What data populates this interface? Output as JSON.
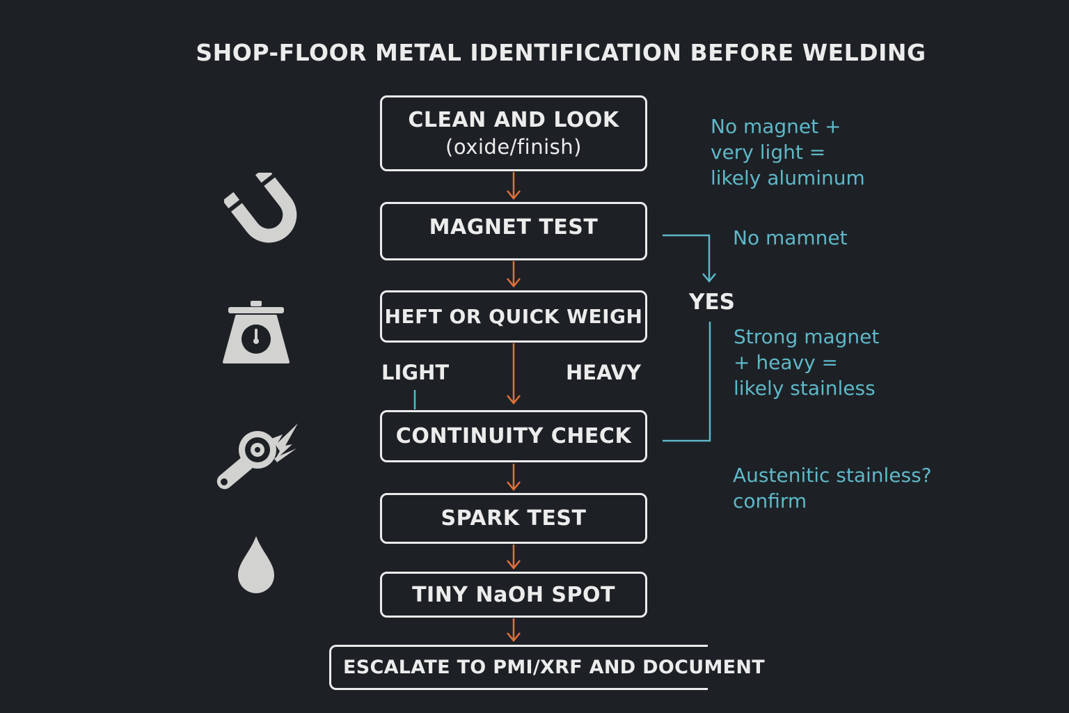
{
  "title": "SHOP-FLOOR METAL IDENTIFICATION BEFORE WELDING",
  "steps": {
    "clean": {
      "label": "CLEAN AND LOOK",
      "sub": "(oxide/finish)"
    },
    "magnet": {
      "label": "MAGNET TEST"
    },
    "weigh": {
      "label": "HEFT OR QUICK WEIGH"
    },
    "continuity": {
      "label": "CONTINUITY CHECK"
    },
    "spark": {
      "label": "SPARK TEST"
    },
    "naoh": {
      "label": "TINY NaOH SPOT"
    },
    "escalate": {
      "label": "ESCALATE TO PMI/XRF AND DOCUMENT"
    }
  },
  "branch_labels": {
    "light": "LIGHT",
    "heavy": "HEAVY",
    "yes": "YES"
  },
  "notes": {
    "aluminum": [
      "No magnet +",
      "very light =",
      "likely aluminum"
    ],
    "no_magnet": "No mamnet",
    "stainless": [
      "Strong magnet",
      "+ heavy =",
      "likely stainless"
    ],
    "austenitic": [
      "Austenitic stainless?",
      "confirm"
    ]
  },
  "icons": [
    "magnet-icon",
    "scale-icon",
    "grinder-spark-icon",
    "droplet-icon"
  ],
  "colors": {
    "background": "#1d2125",
    "box_border": "#ececec",
    "flow_arrow": "#e0703a",
    "note_text": "#5fb8c9"
  }
}
